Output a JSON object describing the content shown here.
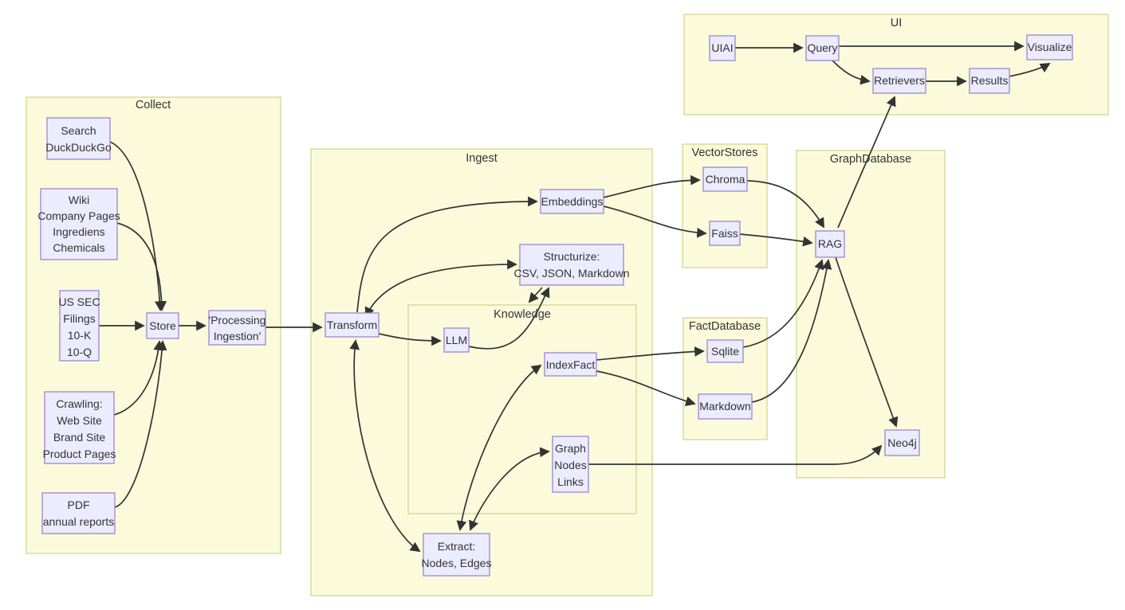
{
  "diagram": {
    "type": "flowchart",
    "colors": {
      "background": "#ffffff",
      "node_fill": "#ECECFF",
      "node_border": "#9a86d2",
      "cluster_fill": "#fbfbdc",
      "cluster_border": "#d2d28a",
      "edge": "#333333",
      "text": "#333333"
    },
    "subgraphs": {
      "collect": {
        "label": "Collect"
      },
      "ingest": {
        "label": "Ingest"
      },
      "knowledge": {
        "label": "Knowledge"
      },
      "vectorstores": {
        "label": "VectorStores"
      },
      "factdatabase": {
        "label": "FactDatabase"
      },
      "graphdatabase": {
        "label": "GraphDatabase"
      },
      "ui": {
        "label": "UI"
      }
    },
    "nodes": {
      "search": {
        "lines": [
          "Search",
          "DuckDuckGo"
        ]
      },
      "wiki": {
        "lines": [
          "Wiki",
          "Company Pages",
          "Ingrediens",
          "Chemicals"
        ]
      },
      "ussec": {
        "lines": [
          "US SEC",
          "Filings",
          "10-K",
          "10-Q"
        ]
      },
      "crawling": {
        "lines": [
          "Crawling:",
          "Web Site",
          "Brand Site",
          "Product Pages"
        ]
      },
      "pdf": {
        "lines": [
          "PDF",
          "annual reports"
        ]
      },
      "store": {
        "lines": [
          "Store"
        ]
      },
      "processing": {
        "lines": [
          "'Processing",
          "Ingestion'"
        ]
      },
      "transform": {
        "lines": [
          "Transform"
        ]
      },
      "embeddings": {
        "lines": [
          "Embeddings"
        ]
      },
      "structurize": {
        "lines": [
          "Structurize:",
          "CSV, JSON, Markdown"
        ]
      },
      "llm": {
        "lines": [
          "LLM"
        ]
      },
      "indexfact": {
        "lines": [
          "IndexFact"
        ]
      },
      "graph": {
        "lines": [
          "Graph",
          "Nodes",
          "Links"
        ]
      },
      "extract": {
        "lines": [
          "Extract:",
          "Nodes, Edges"
        ]
      },
      "chroma": {
        "lines": [
          "Chroma"
        ]
      },
      "faiss": {
        "lines": [
          "Faiss"
        ]
      },
      "sqlite": {
        "lines": [
          "Sqlite"
        ]
      },
      "markdown": {
        "lines": [
          "Markdown"
        ]
      },
      "rag": {
        "lines": [
          "RAG"
        ]
      },
      "neo4j": {
        "lines": [
          "Neo4j"
        ]
      },
      "uiai": {
        "lines": [
          "UIAI"
        ]
      },
      "query": {
        "lines": [
          "Query"
        ]
      },
      "retrievers": {
        "lines": [
          "Retrievers"
        ]
      },
      "results": {
        "lines": [
          "Results"
        ]
      },
      "visualize": {
        "lines": [
          "Visualize"
        ]
      }
    },
    "edges": [
      {
        "from": "search",
        "to": "store",
        "bidirectional": false
      },
      {
        "from": "wiki",
        "to": "store",
        "bidirectional": false
      },
      {
        "from": "ussec",
        "to": "store",
        "bidirectional": false
      },
      {
        "from": "crawling",
        "to": "store",
        "bidirectional": false
      },
      {
        "from": "pdf",
        "to": "store",
        "bidirectional": false
      },
      {
        "from": "store",
        "to": "processing",
        "bidirectional": false
      },
      {
        "from": "processing",
        "to": "transform",
        "bidirectional": false
      },
      {
        "from": "transform",
        "to": "embeddings",
        "bidirectional": false
      },
      {
        "from": "transform",
        "to": "structurize",
        "bidirectional": true
      },
      {
        "from": "transform",
        "to": "llm",
        "bidirectional": false
      },
      {
        "from": "transform",
        "to": "extract",
        "bidirectional": true
      },
      {
        "from": "llm",
        "to": "structurize",
        "bidirectional": false
      },
      {
        "from": "structurize",
        "to": "knowledge",
        "bidirectional": false
      },
      {
        "from": "extract",
        "to": "indexfact",
        "bidirectional": true
      },
      {
        "from": "extract",
        "to": "graph",
        "bidirectional": true
      },
      {
        "from": "embeddings",
        "to": "chroma",
        "bidirectional": false
      },
      {
        "from": "embeddings",
        "to": "faiss",
        "bidirectional": false
      },
      {
        "from": "chroma",
        "to": "rag",
        "bidirectional": false
      },
      {
        "from": "faiss",
        "to": "rag",
        "bidirectional": false
      },
      {
        "from": "indexfact",
        "to": "sqlite",
        "bidirectional": false
      },
      {
        "from": "indexfact",
        "to": "markdown",
        "bidirectional": false
      },
      {
        "from": "sqlite",
        "to": "rag",
        "bidirectional": false
      },
      {
        "from": "markdown",
        "to": "rag",
        "bidirectional": false
      },
      {
        "from": "graph",
        "to": "neo4j",
        "bidirectional": false
      },
      {
        "from": "rag",
        "to": "neo4j",
        "bidirectional": false
      },
      {
        "from": "rag",
        "to": "retrievers",
        "bidirectional": false
      },
      {
        "from": "uiai",
        "to": "query",
        "bidirectional": false
      },
      {
        "from": "query",
        "to": "visualize",
        "bidirectional": false
      },
      {
        "from": "query",
        "to": "retrievers",
        "bidirectional": false
      },
      {
        "from": "retrievers",
        "to": "results",
        "bidirectional": false
      },
      {
        "from": "results",
        "to": "visualize",
        "bidirectional": false
      }
    ]
  }
}
